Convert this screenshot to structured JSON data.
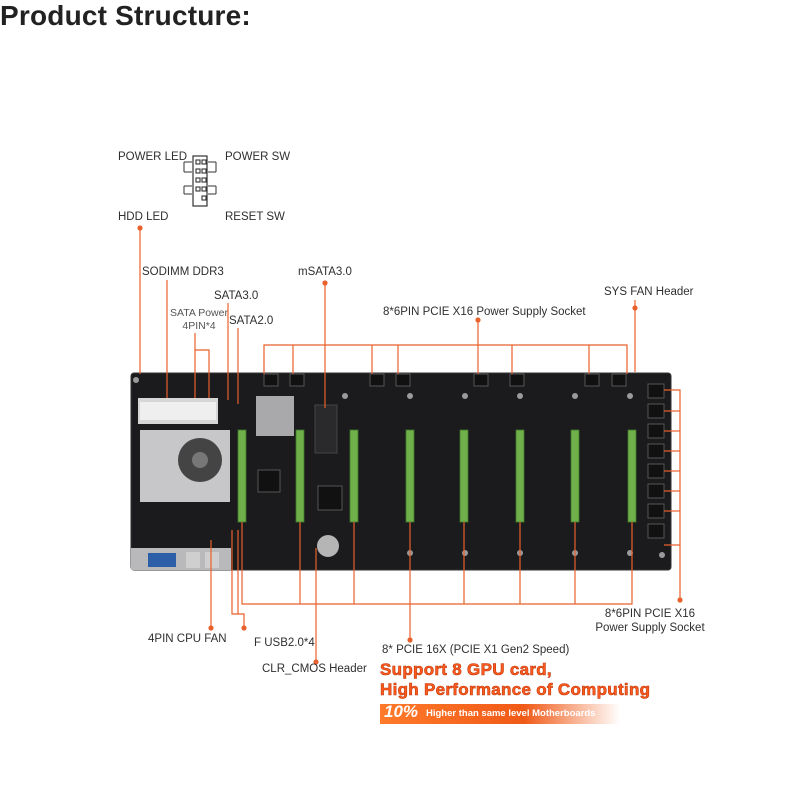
{
  "title": "Product Structure:",
  "labels": {
    "power_led": "POWER LED",
    "power_sw": "POWER SW",
    "hdd_led": "HDD  LED",
    "reset_sw": "RESET SW",
    "sodimm": "SODIMM DDR3",
    "msata": "mSATA3.0",
    "sys_fan": "SYS FAN Header",
    "sata3": "SATA3.0",
    "sata_power_1": "SATA Power",
    "sata_power_2": "4PIN*4",
    "sata2": "SATA2.0",
    "pcie_power_top": "8*6PIN PCIE X16 Power Supply Socket",
    "pcie_power_right_1": "8*6PIN PCIE X16",
    "pcie_power_right_2": "Power Supply Socket",
    "cpu_fan": "4PIN CPU FAN",
    "f_usb": "F USB2.0*4",
    "clr_cmos": "CLR_CMOS Header",
    "pcie_slots": "8* PCIE 16X (PCIE X1 Gen2 Speed)"
  },
  "promo": {
    "line1": "Support 8 GPU card,",
    "line2": "High Performance of Computing",
    "pct": "10%",
    "badge_text": "Higher than same level Motherboards"
  },
  "colors": {
    "callout": "#e8602c",
    "board": "#1b1b1d",
    "slot": "#6fb04a",
    "promo": "#ff5a1f"
  }
}
